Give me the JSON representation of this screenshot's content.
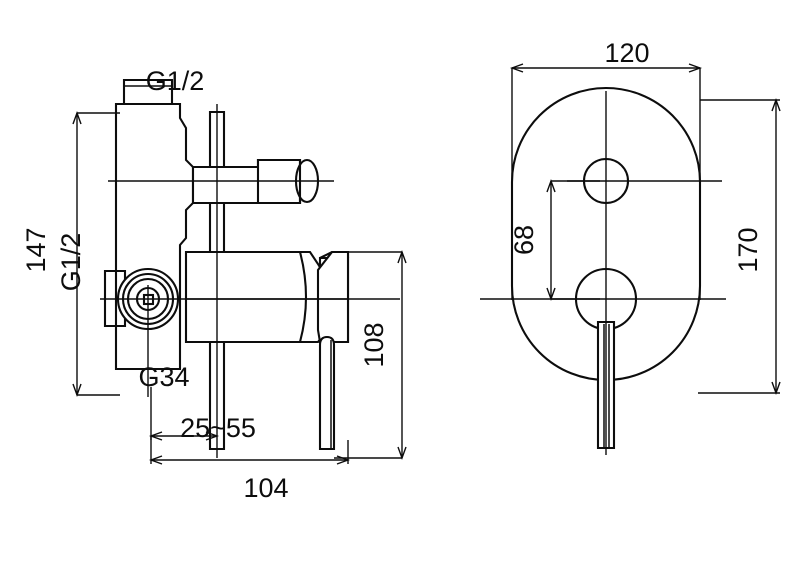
{
  "drawing": {
    "title": "Concealed shower mixer valve technical dimension drawing",
    "units": "mm",
    "line_color": "#0d0d0d",
    "background_color": "#ffffff",
    "views": [
      {
        "name": "side-elevation-view",
        "position": "left"
      },
      {
        "name": "front-faceplate-view",
        "position": "right"
      }
    ]
  },
  "dimensions": {
    "inlet_top_thread": "G1/2",
    "inlet_left_thread": "G1/2",
    "outlet_thread": "G34",
    "body_height": "147",
    "handle_height": "108",
    "wall_depth_range": "25~55",
    "body_depth": "104",
    "plate_width": "120",
    "plate_height": "170",
    "hole_spacing": "68"
  },
  "labels": {
    "top_thread": "G1/2",
    "left_thread": "G1/2",
    "bottom_thread": "G34",
    "height_147": "147",
    "height_108": "108",
    "depth_range": "25~55",
    "depth_104": "104",
    "width_120": "120",
    "height_170": "170",
    "spacing_68": "68"
  }
}
